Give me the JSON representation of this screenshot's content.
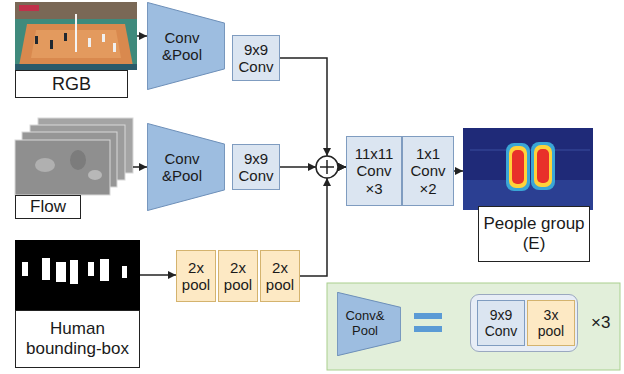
{
  "diagram": {
    "nodes": [
      {
        "text": [
          "RGB"
        ]
      },
      {
        "text": [
          "Conv &Pool"
        ]
      },
      {
        "text": [
          "9x9 Conv"
        ]
      },
      {
        "text": [
          "Flow"
        ]
      },
      {
        "text": [
          "Conv &Pool"
        ]
      },
      {
        "text": [
          "9x9 Conv"
        ]
      },
      {
        "text": [
          "Human bounding-box"
        ]
      },
      {
        "text": [
          "2x pool"
        ]
      },
      {
        "text": [
          "2x pool"
        ]
      },
      {
        "text": [
          "2x pool"
        ]
      },
      {
        "text": [
          "11x11 Conv ×3"
        ]
      },
      {
        "text": [
          "1x1 Conv ×2"
        ]
      },
      {
        "text": [
          "People group (E)"
        ]
      },
      {
        "text": [
          "Conv& Pool"
        ]
      },
      {
        "text": [
          "×3"
        ]
      },
      {
        "text": [
          "9x9 Conv"
        ],
        "in": 14
      },
      {
        "text": [
          "3x pool"
        ],
        "in": 14
      }
    ],
    "edges": [
      {
        "from": 0,
        "to": 1,
        "arrow": "to"
      },
      {
        "from": 2,
        "to": 10,
        "arrow": "to"
      },
      {
        "from": 3,
        "to": 4,
        "arrow": "to"
      },
      {
        "from": 5,
        "to": 10,
        "arrow": "to"
      },
      {
        "from": 6,
        "to": 7,
        "arrow": "to"
      },
      {
        "from": 9,
        "to": 10,
        "arrow": "to"
      },
      {
        "from": 11,
        "to": 12,
        "arrow": "to"
      }
    ]
  }
}
